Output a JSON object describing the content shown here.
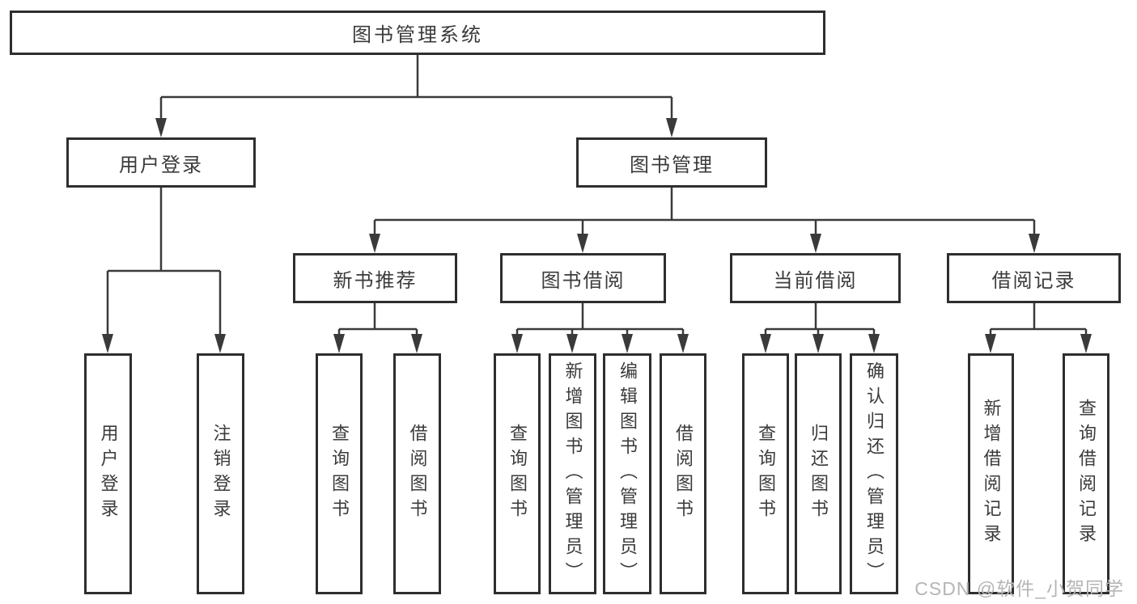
{
  "diagram": {
    "type": "hierarchy",
    "root": {
      "label": "图书管理系统"
    },
    "branches": [
      {
        "label": "用户登录",
        "children": [
          {
            "label": "用户登录"
          },
          {
            "label": "注销登录"
          }
        ]
      },
      {
        "label": "图书管理",
        "children": [
          {
            "label": "新书推荐",
            "children": [
              {
                "label": "查询图书"
              },
              {
                "label": "借阅图书"
              }
            ]
          },
          {
            "label": "图书借阅",
            "children": [
              {
                "label": "查询图书"
              },
              {
                "label": "新增图书（管理员）"
              },
              {
                "label": "编辑图书（管理员）"
              },
              {
                "label": "借阅图书"
              }
            ]
          },
          {
            "label": "当前借阅",
            "children": [
              {
                "label": "查询图书"
              },
              {
                "label": "归还图书"
              },
              {
                "label": "确认归还（管理员）"
              }
            ]
          },
          {
            "label": "借阅记录",
            "children": [
              {
                "label": "新增借阅记录"
              },
              {
                "label": "查询借阅记录"
              }
            ]
          }
        ]
      }
    ]
  },
  "watermark": {
    "text": "CSDN @软件_小贺同学"
  },
  "colors": {
    "line": "#3a3a3a",
    "box_border": "#2e2e2e",
    "text": "#3b3b3b",
    "watermark": "#b5b5b5",
    "background": "#ffffff"
  }
}
